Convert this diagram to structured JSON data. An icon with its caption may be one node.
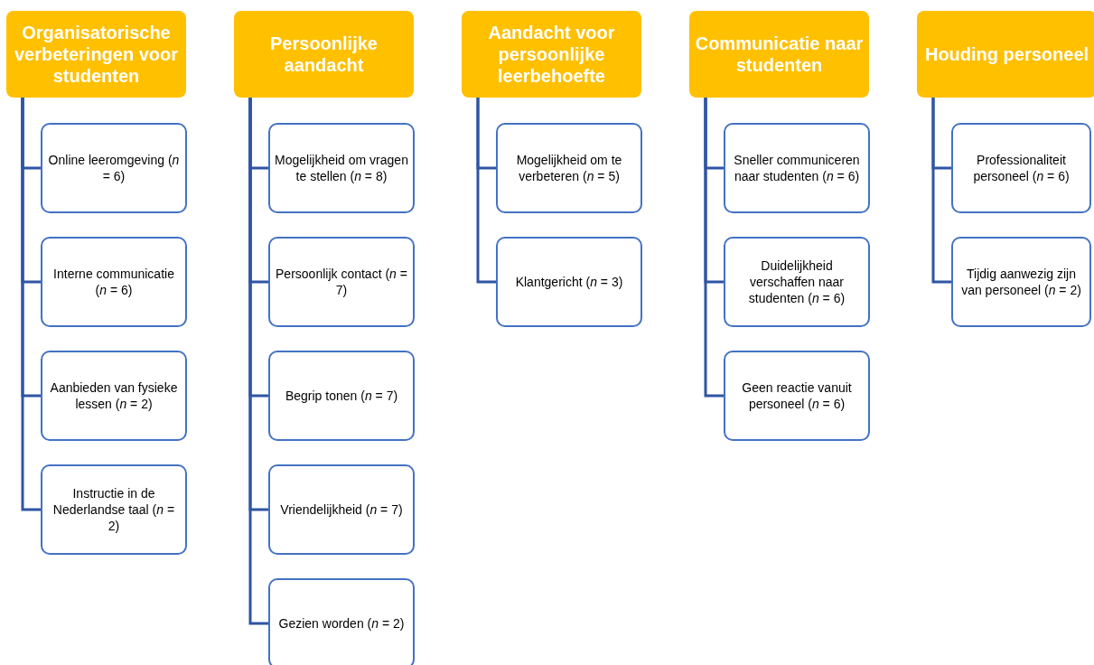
{
  "diagram": {
    "nodes": [
      {
        "text": [
          "Organisatorische verbeteringen voor studenten"
        ]
      },
      {
        "text": [
          "Online leeromgeving (*n* = 6)"
        ]
      },
      {
        "text": [
          "Interne communicatie (*n* = 6)"
        ]
      },
      {
        "text": [
          "Aanbieden van fysieke lessen (*n* = 2)"
        ]
      },
      {
        "text": [
          "Instructie in de Nederlandse taal (*n* = 2)"
        ]
      },
      {
        "text": [
          "Persoonlijke aandacht"
        ]
      },
      {
        "text": [
          "Mogelijkheid om vragen te stellen (*n* = 8)"
        ]
      },
      {
        "text": [
          "Persoonlijk contact (*n* = 7)"
        ]
      },
      {
        "text": [
          "Begrip tonen (*n* = 7)"
        ]
      },
      {
        "text": [
          "Vriendelijkheid (*n* = 7)"
        ]
      },
      {
        "text": [
          "Gezien worden (*n* = 2)"
        ]
      },
      {
        "text": [
          "Aandacht voor persoonlijke leerbehoefte"
        ]
      },
      {
        "text": [
          "Mogelijkheid om te verbeteren (*n* = 5)"
        ]
      },
      {
        "text": [
          "Klantgericht (*n* = 3)"
        ]
      },
      {
        "text": [
          "Communicatie naar studenten"
        ]
      },
      {
        "text": [
          "Sneller communiceren naar studenten (*n* = 6)"
        ]
      },
      {
        "text": [
          "Duidelijkheid verschaffen naar studenten (*n* = 6)"
        ]
      },
      {
        "text": [
          "Geen reactie vanuit personeel (*n* = 6)"
        ]
      },
      {
        "text": [
          "Houding personeel"
        ]
      },
      {
        "text": [
          "Professionaliteit personeel (*n* = 6)"
        ]
      },
      {
        "text": [
          "Tijdig aanwezig zijn van personeel (*n* = 2)"
        ]
      }
    ],
    "edges": [
      {
        "from": 0,
        "to": 1,
        "arrow": "none"
      },
      {
        "from": 0,
        "to": 2,
        "arrow": "none"
      },
      {
        "from": 0,
        "to": 3,
        "arrow": "none"
      },
      {
        "from": 0,
        "to": 4,
        "arrow": "none"
      },
      {
        "from": 5,
        "to": 6,
        "arrow": "none"
      },
      {
        "from": 5,
        "to": 7,
        "arrow": "none"
      },
      {
        "from": 5,
        "to": 8,
        "arrow": "none"
      },
      {
        "from": 5,
        "to": 9,
        "arrow": "none"
      },
      {
        "from": 5,
        "to": 10,
        "arrow": "none"
      },
      {
        "from": 11,
        "to": 12,
        "arrow": "none"
      },
      {
        "from": 11,
        "to": 13,
        "arrow": "none"
      },
      {
        "from": 14,
        "to": 15,
        "arrow": "none"
      },
      {
        "from": 14,
        "to": 16,
        "arrow": "none"
      },
      {
        "from": 14,
        "to": 17,
        "arrow": "none"
      },
      {
        "from": 18,
        "to": 19,
        "arrow": "none"
      },
      {
        "from": 18,
        "to": 20,
        "arrow": "none"
      }
    ]
  }
}
